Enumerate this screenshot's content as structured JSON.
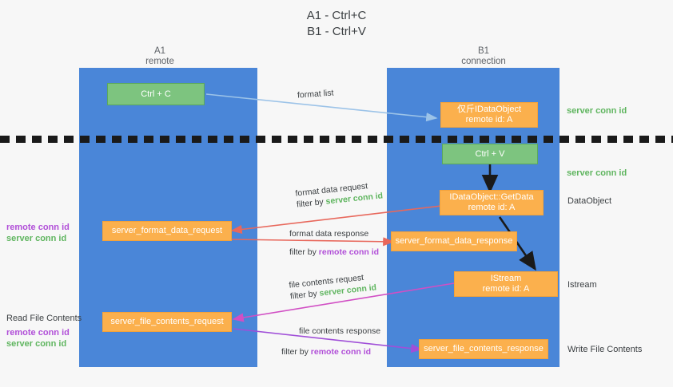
{
  "title": {
    "line1": "A1 - Ctrl+C",
    "line2": "B1 - Ctrl+V"
  },
  "columns": {
    "left": {
      "name": "A1",
      "role": "remote"
    },
    "right": {
      "name": "B1",
      "role": "connection"
    }
  },
  "colors": {
    "lane": "#4a86d8",
    "green_box": "#7dc47f",
    "orange_box": "#fbb04d",
    "server_conn_text": "#5fb55f",
    "remote_conn_text": "#b14fd8",
    "arrow_blue": "#9cc3e8",
    "arrow_red": "#e8685c",
    "arrow_magenta": "#d14fc4",
    "arrow_purple": "#9b4fd8",
    "arrow_black": "#1a1a1a",
    "divider": "#1a1a1a",
    "background": "#f7f7f7"
  },
  "boxes": {
    "ctrl_c": {
      "label": "Ctrl + C"
    },
    "ctrl_v": {
      "label": "Ctrl + V"
    },
    "idataobject": {
      "label": "仅斤IDataObject",
      "sub": "remote id: A"
    },
    "getdata": {
      "label": "IDataObject::GetData",
      "sub": "remote id: A"
    },
    "istream": {
      "label": "IStream",
      "sub": "remote id: A"
    },
    "format_data_request": {
      "label": "server_format_data_request"
    },
    "format_data_response": {
      "label": "server_format_data_response"
    },
    "file_contents_request": {
      "label": "server_file_contents_request"
    },
    "file_contents_response": {
      "label": "server_file_contents_response"
    }
  },
  "edge_labels": {
    "format_list": "format list",
    "format_data_request": {
      "line1": "format data request",
      "line2_prefix": "filter by ",
      "line2_key": "server conn id"
    },
    "format_data_response": {
      "line1": "format data response",
      "line2_prefix": "filter by ",
      "line2_key": "remote conn id"
    },
    "file_contents_request": {
      "line1": "file contents request",
      "line2_prefix": "filter by ",
      "line2_key": "server conn id"
    },
    "file_contents_response": {
      "line1": "file contents response",
      "line2_prefix": "filter by ",
      "line2_key": "remote conn id"
    }
  },
  "right_labels": {
    "server_conn_id_top": "server conn id",
    "server_conn_id_mid": "server conn id",
    "dataobject": "DataObject",
    "istream": "Istream",
    "write_file_contents": "Write File Contents"
  },
  "left_labels": {
    "remote_conn_id_1": "remote conn id",
    "server_conn_id_1": "server conn id",
    "read_file_contents": "Read File Contents",
    "remote_conn_id_2": "remote conn id",
    "server_conn_id_2": "server conn id"
  }
}
